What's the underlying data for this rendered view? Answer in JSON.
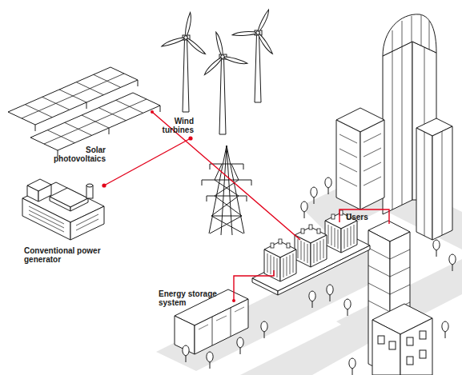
{
  "diagram": {
    "labels": [
      "Wind turbines",
      "Solar photovoltaics",
      "Users",
      "Conventional power generator",
      "Energy storage system"
    ]
  }
}
